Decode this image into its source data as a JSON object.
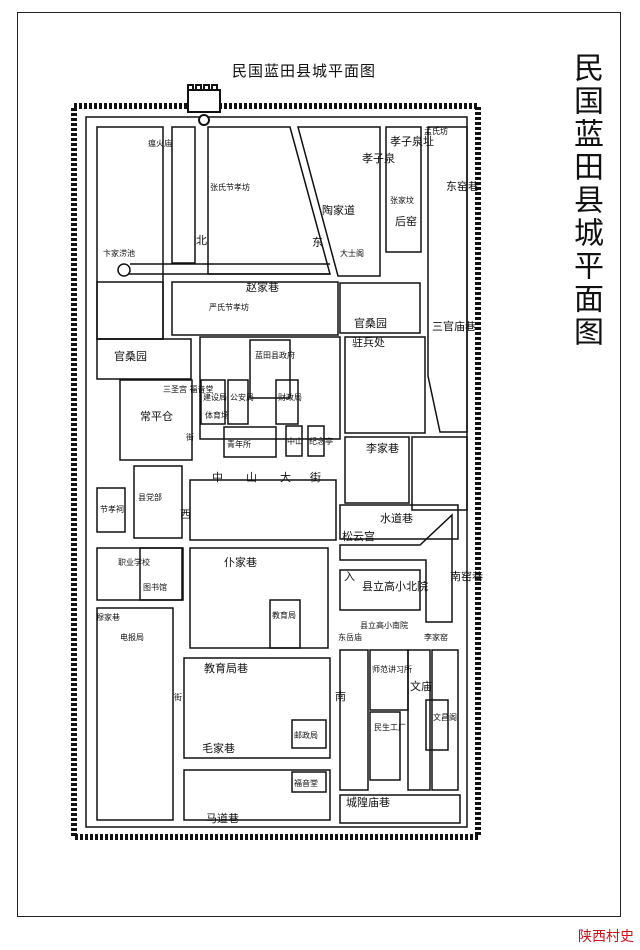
{
  "title": "民国蓝田县城平面图",
  "watermark": "陕西村史",
  "labels": {
    "zaohuomiao": "瘟火庙",
    "zhangshijiexiaofang": "张氏节孝坊",
    "beijie": "北",
    "xiajiaolaochi": "卞家涝池",
    "zhaojiaxiang": "赵家巷",
    "yanshijiexiaofang": "严氏节孝坊",
    "guansangyuan_w": "官桑园",
    "sanshengong": "三圣宫 福音堂",
    "changpingcang": "常平仓",
    "jianshiju": "建设局",
    "gonganju": "公安局",
    "tiyuchang": "体育场",
    "lantianxianzhengfu": "蓝田县政府",
    "caizhengju": "财政局",
    "jiezi": "街",
    "qingnianshe": "青年所",
    "zhongshan_small": "中山",
    "jinianting": "纪念亭",
    "zhongshan_da": "中",
    "shan": "山",
    "dajie": "大",
    "jie2": "街",
    "xiandangbu": "县党部",
    "jiexiao": "节孝祠",
    "xi": "西",
    "zhiyexuexiao": "职业学校",
    "tushuguan": "图书馆",
    "pujiaxiang": "仆家巷",
    "mujiaxiang": "穆家巷",
    "dianbaoju": "电报局",
    "jiaoyuju": "教育局",
    "jiaoyujuxiang": "教育局巷",
    "youzhengju": "邮政局",
    "maojiaxiang": "毛家巷",
    "fuyintang": "福音堂",
    "madaoxiang": "马道巷",
    "xiaoziquan": "孝子泉",
    "xiaoziquanzhi": "孝子泉址",
    "yaoquanshi": "孟氏坊",
    "zhangjiafang": "张家坟",
    "houzhai": "后窑",
    "taojiadao": "陶家道",
    "dong": "东",
    "dashimiao": "大士阁",
    "dongzhaixiang": "东窑巷",
    "guansangyuan_e": "官桑园",
    "zhubingchu": "驻兵处",
    "sanguanmiaoxiang": "三官庙巷",
    "lijiaxiang": "李家巷",
    "shuidaoxiang": "水道巷",
    "songyungong": "松云宫",
    "xianlixiaoxue": "县立高小北院",
    "nanzhaixiang": "南窑巷",
    "xianlinanyuan": "县立高小南院",
    "dongyuemiao": "东岳庙",
    "lijiazhai": "李家窑",
    "shiguanxiansuo": "师范讲习所",
    "minshenggongchang": "民生工厂",
    "wenmiao": "文庙",
    "wenchangmiao": "文昌阁",
    "nan": "南",
    "chenghuangmiaoxiang": "城隍庙巷",
    "nan_jie": "街",
    "ru": "入"
  }
}
